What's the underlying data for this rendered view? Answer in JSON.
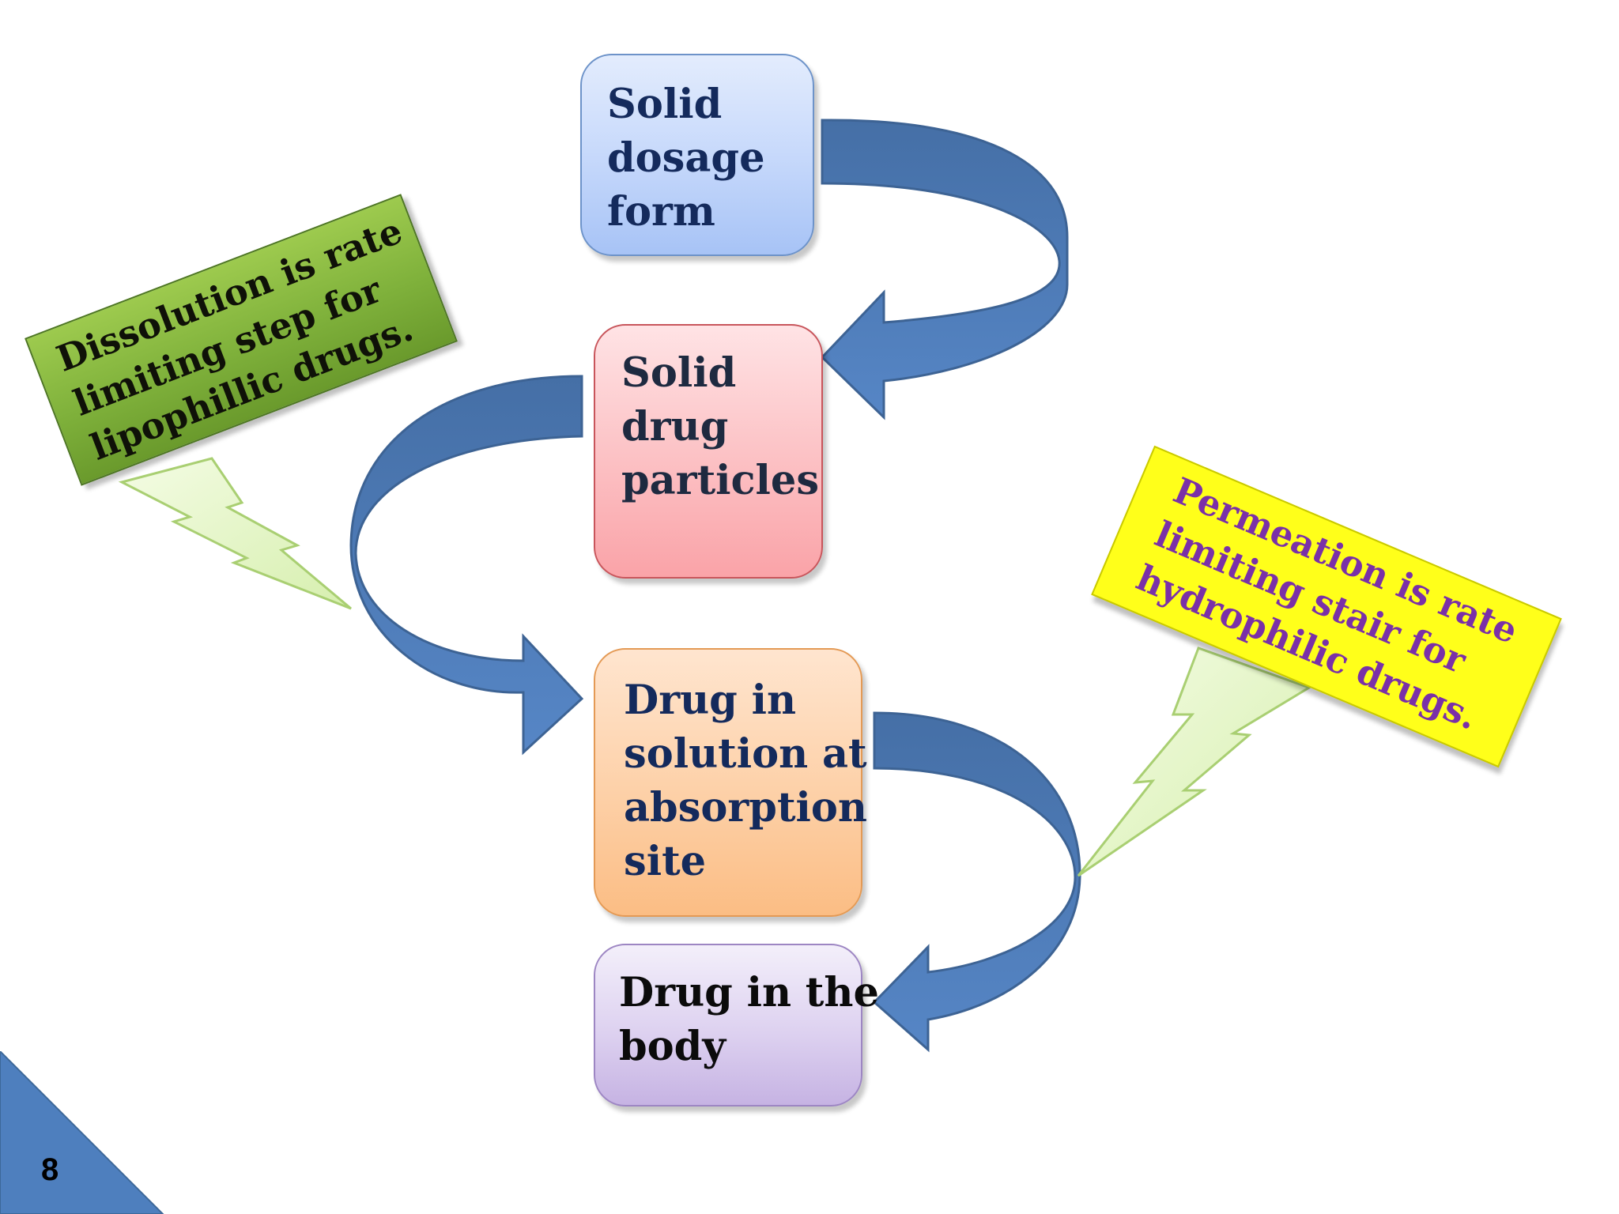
{
  "boxes": {
    "solid_dosage": {
      "lines": [
        "Solid",
        "dosage",
        "form"
      ]
    },
    "drug_particles": {
      "lines": [
        "Solid",
        "drug",
        "particles"
      ]
    },
    "drug_solution": {
      "lines": [
        "Drug in",
        "solution at",
        "absorption",
        "site"
      ]
    },
    "drug_body": {
      "lines": [
        "Drug in the",
        "body"
      ]
    }
  },
  "notes": {
    "dissolution": {
      "lines": [
        "Dissolution is rate",
        "limiting step for",
        "lipophillic drugs."
      ]
    },
    "permeation": {
      "lines": [
        "Permeation is rate",
        "limiting stair for",
        "hydrophilic drugs."
      ]
    }
  },
  "page_number": "8",
  "colors": {
    "arrow": "#4f7fbf",
    "arrow_dark": "#3e6496",
    "bolt_fill": "#e6f7c6",
    "bolt_stroke": "#a9cf72",
    "page_corner": "#4e7fbe"
  }
}
